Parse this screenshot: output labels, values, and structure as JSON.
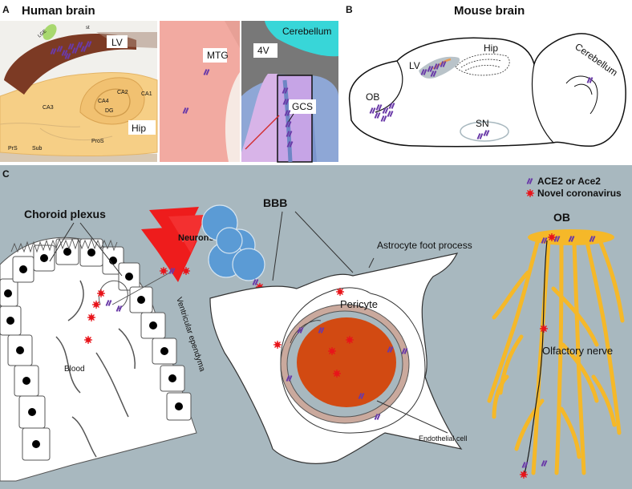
{
  "panel_a": {
    "letter": "A",
    "title": "Human brain",
    "hippocampus_labels": {
      "lge": "LGE",
      "st": "st",
      "lv": "LV",
      "ca2": "CA2",
      "ca1": "CA1",
      "ca3": "CA3",
      "ca4": "CA4",
      "dg": "DG",
      "hip": "Hip",
      "prs": "PrS",
      "sub": "Sub",
      "pros": "ProS"
    },
    "mtg": "MTG",
    "fourth_ventricle": {
      "v4": "4V",
      "cerebellum": "Cerebellum",
      "gcs": "GCS"
    }
  },
  "panel_b": {
    "letter": "B",
    "title": "Mouse brain",
    "labels": {
      "lv": "LV",
      "hip": "Hip",
      "cerebellum": "Cerebellum",
      "ob": "OB",
      "sn": "SN"
    }
  },
  "panel_c": {
    "letter": "C",
    "legend": {
      "ace2": "ACE2 or Ace2",
      "virus": "Novel coronavirus"
    },
    "labels": {
      "choroid_plexus": "Choroid plexus",
      "neurons": "Neurons",
      "bbb": "BBB",
      "ob": "OB",
      "astrocyte": "Astrocyte foot process",
      "pericyte": "Pericyte",
      "blood": "Blood",
      "ependyma": "Ventricular ependyma",
      "olfactory_nerve": "Olfactory nerve",
      "endothelial": "Endothelial cell"
    }
  },
  "colors": {
    "panel_c_bg": "#a8b8bf",
    "ace2_marker": "#6a3aa8",
    "virus": "#e8141a",
    "neurons": "#ee1c1c",
    "blue_cells": "#5b9bd5",
    "olfactory_nerve": "#f5b829",
    "endothelial_nucleus": "#d24a12",
    "pericyte": "#caa99d",
    "mtg_tissue": "#f2aaa1",
    "hippocampus": "#f6cf86",
    "lateral_ventricle": "#7c3a24",
    "cerebellum": "#38d6d8",
    "gcs": "#c6a4e6"
  }
}
